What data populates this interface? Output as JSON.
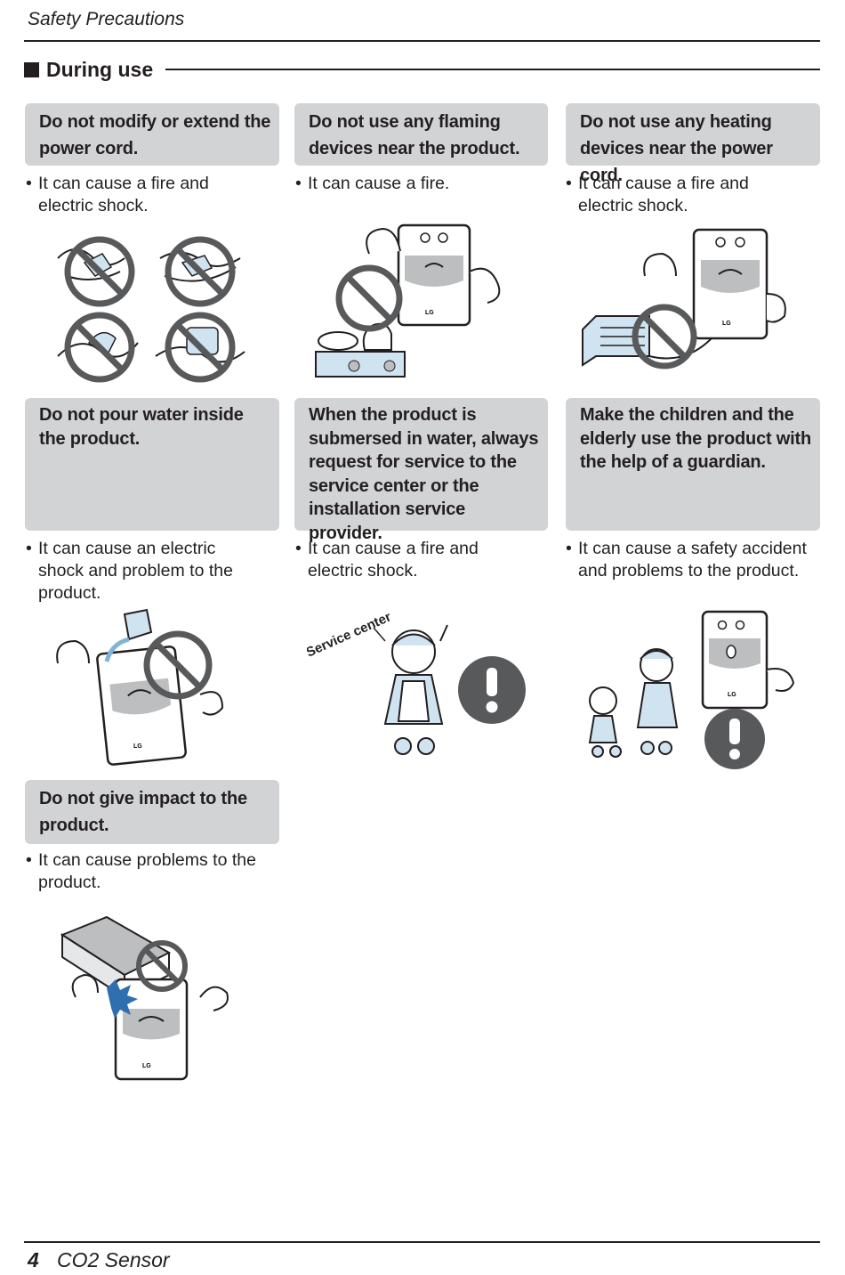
{
  "header": {
    "title": "Safety Precautions"
  },
  "section": {
    "title": "During use"
  },
  "cards": [
    {
      "heading": "Do not modify or extend the power cord.",
      "bullet": "It can cause a fire and electric shock."
    },
    {
      "heading": "Do not use any flaming devices near the product.",
      "bullet": "It can cause a fire."
    },
    {
      "heading": "Do not use any heating devices near the power cord.",
      "bullet": "It can cause a fire and electric shock."
    },
    {
      "heading": "Do not pour water inside the product.",
      "bullet": "It can cause an electric shock and problem to the product."
    },
    {
      "heading": "When the product is submersed in water, always request for service to the service center or the installation service provider.",
      "bullet": "It can cause a fire and electric shock.",
      "illustration_label": "Service center"
    },
    {
      "heading": "Make the children and the elderly use the product with the help of a guardian.",
      "bullet": "It can cause a safety accident and problems to the product."
    },
    {
      "heading": "Do not give impact to the product.",
      "bullet": "It can cause problems to the product."
    }
  ],
  "product_logo": "LG",
  "icons": [
    "prohibition-icon",
    "exclamation-icon"
  ],
  "colors": {
    "heading_bg": "#d2d3d5",
    "text": "#231f20",
    "device_face": "#bcbec0",
    "figure_fill": "#cfe3f1",
    "warning_circle": "#58595b"
  },
  "footer": {
    "page_number": "4",
    "title": "CO2 Sensor"
  }
}
